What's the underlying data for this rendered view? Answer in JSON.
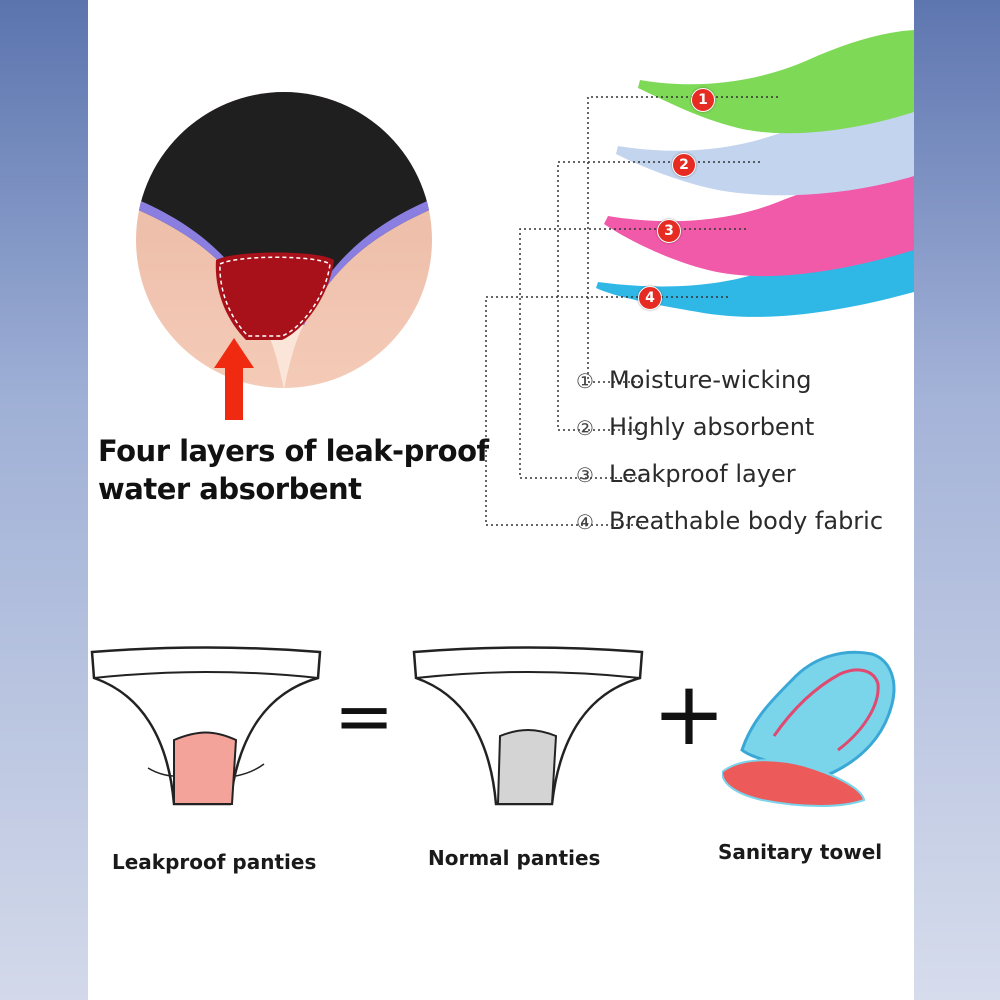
{
  "headline": {
    "line1": "Four layers of leak-proof",
    "line2": "water absorbent"
  },
  "layers": [
    {
      "badge": "1",
      "num": "①",
      "label": "Moisture-wicking",
      "color": "#7ed957"
    },
    {
      "badge": "2",
      "num": "②",
      "label": "Highly absorbent",
      "color": "#c3d4ee"
    },
    {
      "badge": "3",
      "num": "③",
      "label": "Leakproof layer",
      "color": "#f05aa8"
    },
    {
      "badge": "4",
      "num": "④",
      "label": "Breathable body fabric",
      "color": "#2fb8e6"
    }
  ],
  "comparison": {
    "leakproof_label": "Leakproof panties",
    "normal_label": "Normal panties",
    "towel_label": "Sanitary towel",
    "equals_symbol": "=",
    "plus_symbol": "+",
    "leakproof_gusset_color": "#f3a39a",
    "normal_gusset_color": "#d4d4d4"
  },
  "colors": {
    "arrow": "#f02a10",
    "gusset": "#a8111a",
    "garment": "#1f1f1f",
    "trim": "#8a7fe0",
    "badge": "#e52b22"
  }
}
